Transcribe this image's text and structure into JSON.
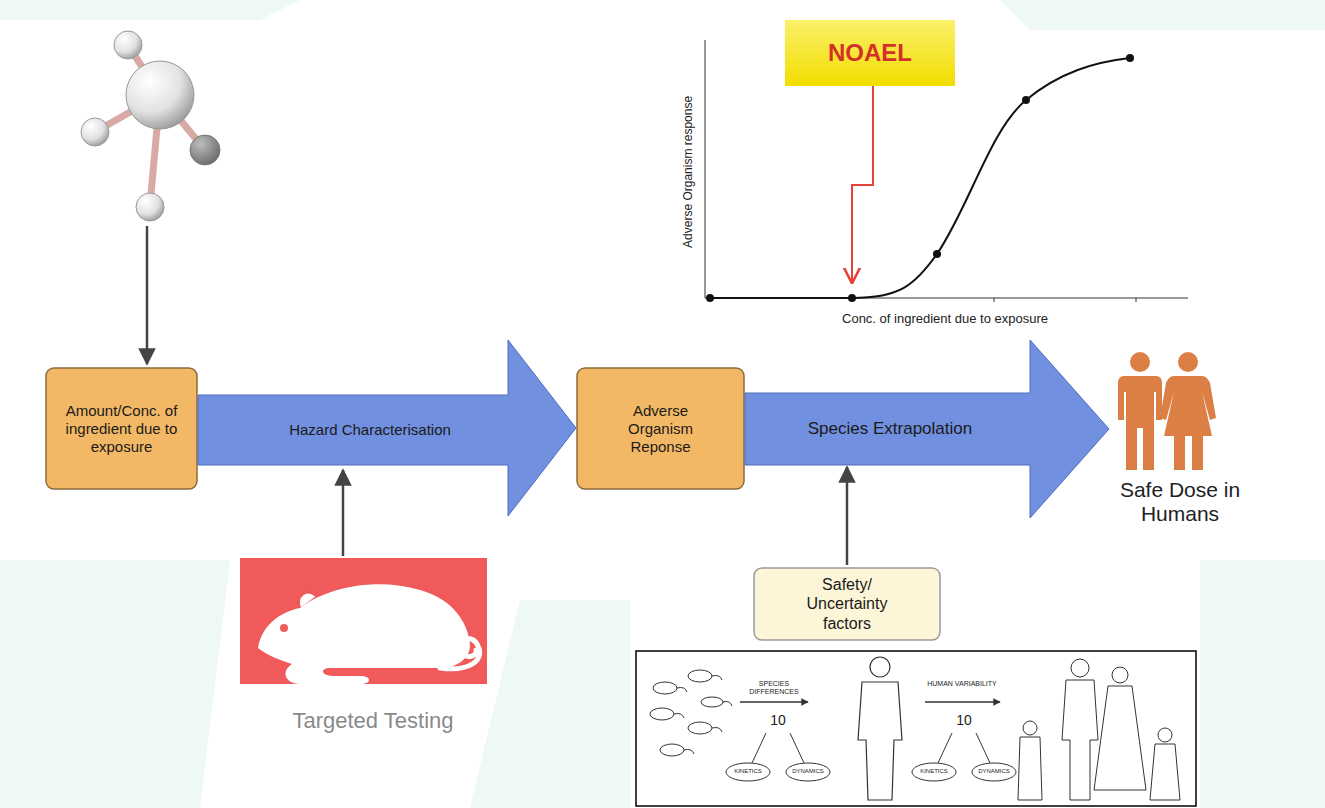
{
  "diagram": {
    "nodes": [
      {
        "text": [
          "NOAEL"
        ]
      },
      {
        "text": [
          "Amount/Conc. of ingredient due to exposure"
        ]
      },
      {
        "text": [
          "Hazard Characterisation"
        ]
      },
      {
        "text": [
          "Adverse Organism Reponse"
        ]
      },
      {
        "text": [
          "Species Extrapolation"
        ]
      },
      {
        "text": [
          "Safety/ Uncertainty factors"
        ]
      }
    ],
    "edges": [
      {
        "from": 5,
        "to": 4,
        "arrow": "to"
      }
    ],
    "labels": [
      "Adverse Organism response",
      "Conc. of ingredient due to exposure",
      "Safe Dose in Humans",
      "Targeted Testing",
      "SPECIES DIFFERENCES",
      "10",
      "KINETICS",
      "DYNAMICS",
      "HUMAN VARIABILITY",
      "10",
      "KINETICS",
      "DYNAMICS"
    ]
  }
}
